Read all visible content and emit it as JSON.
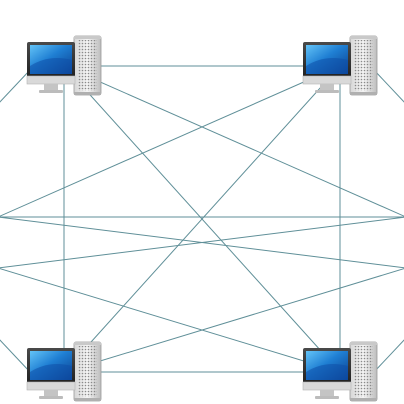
{
  "diagram": {
    "type": "network-mesh",
    "link_color": "#5f8f98",
    "nodes": [
      {
        "id": "computer-top-left",
        "icon": "desktop-computer-icon"
      },
      {
        "id": "computer-top-right",
        "icon": "desktop-computer-icon"
      },
      {
        "id": "computer-bottom-left",
        "icon": "desktop-computer-icon"
      },
      {
        "id": "computer-bottom-right",
        "icon": "desktop-computer-icon"
      }
    ],
    "offscreen_nodes": [
      "offscreen-left-upper",
      "offscreen-left-lower",
      "offscreen-right-upper",
      "offscreen-right-lower"
    ],
    "links": [
      [
        "computer-top-left",
        "computer-top-right"
      ],
      [
        "computer-top-left",
        "computer-bottom-left"
      ],
      [
        "computer-top-left",
        "computer-bottom-right"
      ],
      [
        "computer-top-left",
        "offscreen-left-upper"
      ],
      [
        "computer-top-left",
        "offscreen-right-upper"
      ],
      [
        "computer-top-right",
        "computer-bottom-left"
      ],
      [
        "computer-top-right",
        "computer-bottom-right"
      ],
      [
        "computer-top-right",
        "offscreen-left-upper"
      ],
      [
        "computer-top-right",
        "offscreen-right-upper"
      ],
      [
        "computer-bottom-left",
        "computer-bottom-right"
      ],
      [
        "computer-bottom-left",
        "offscreen-left-lower"
      ],
      [
        "computer-bottom-left",
        "offscreen-right-lower"
      ],
      [
        "computer-bottom-right",
        "offscreen-left-lower"
      ],
      [
        "computer-bottom-right",
        "offscreen-right-lower"
      ],
      [
        "offscreen-left-upper",
        "offscreen-right-upper"
      ],
      [
        "offscreen-left-lower",
        "offscreen-right-upper"
      ],
      [
        "offscreen-left-upper",
        "offscreen-right-lower"
      ]
    ]
  }
}
